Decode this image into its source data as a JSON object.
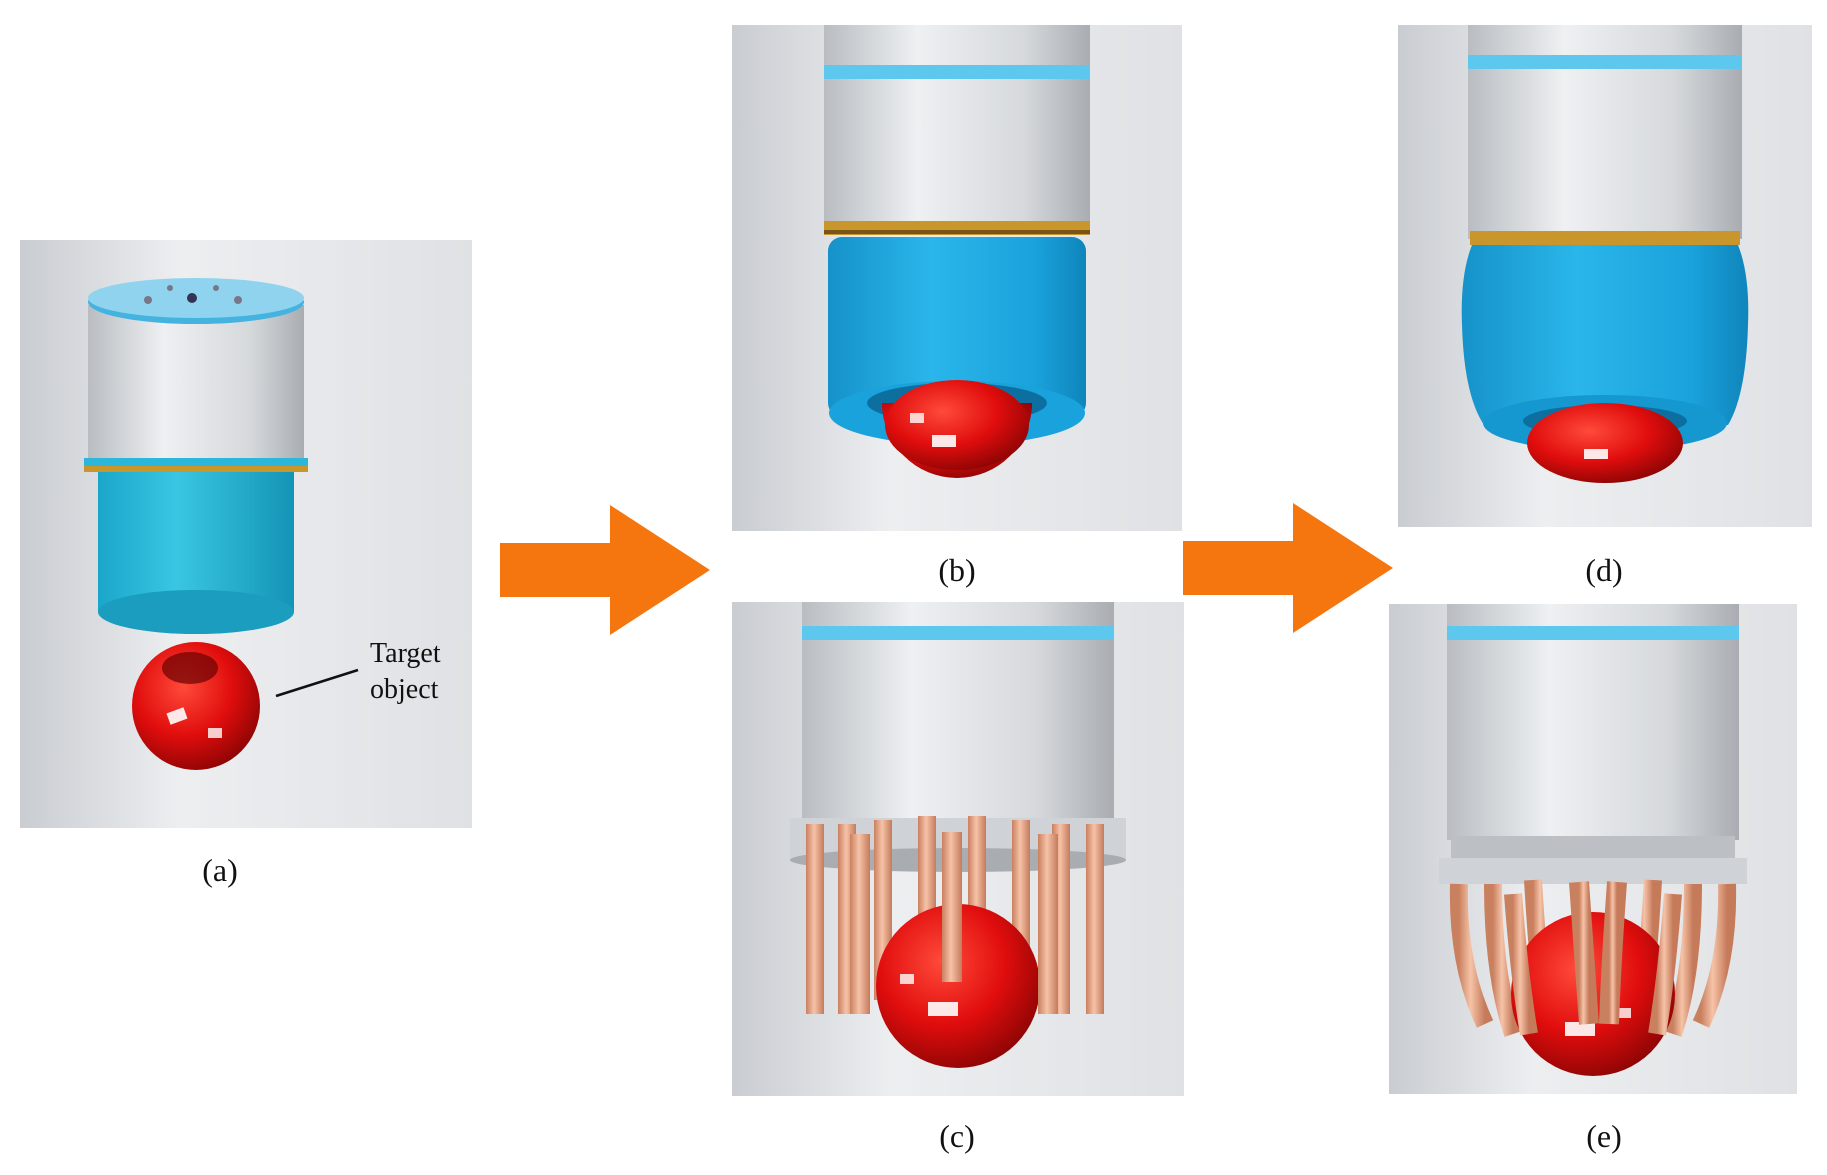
{
  "panels": {
    "a": {
      "caption": "(a)"
    },
    "b": {
      "caption": "(b)"
    },
    "c": {
      "caption": "(c)"
    },
    "d": {
      "caption": "(d)"
    },
    "e": {
      "caption": "(e)"
    }
  },
  "annotation": {
    "line1": "Target",
    "line2": "object"
  },
  "colors": {
    "arrow": "#F5760E",
    "blue_sleeve": "#1CA7E0",
    "cap_gray": "#D9DCE0",
    "gold_ring": "#C8962A",
    "ball_red": "#E30D0D",
    "rod_copper": "#E9A88A",
    "background_gray": "#E4E6E9"
  },
  "icons": [
    "arrow-right-icon",
    "gripper-icon",
    "ball-icon"
  ]
}
